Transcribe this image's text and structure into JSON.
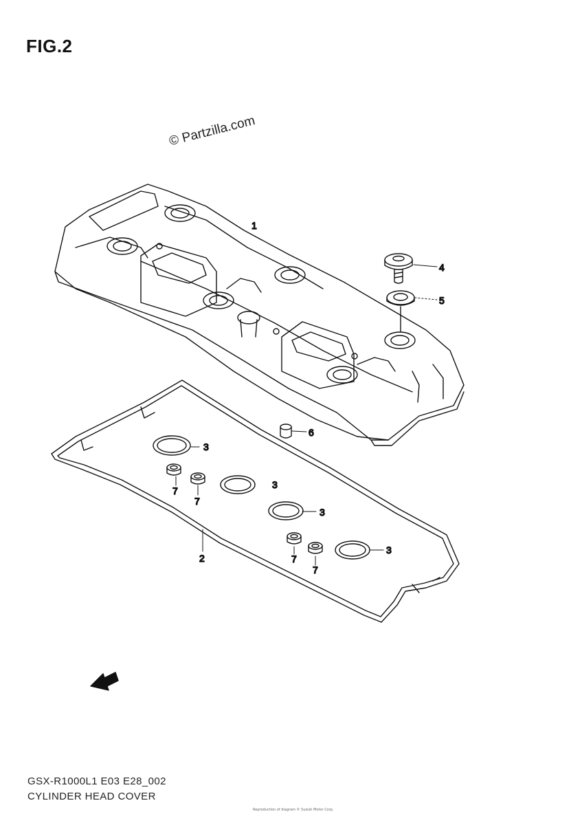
{
  "figure": {
    "title": "FIG.2",
    "watermark": "© Partzilla.com",
    "model_code": "GSX-R1000L1 E03 E28_002",
    "assembly_name": "CYLINDER HEAD COVER",
    "fwd_label": "FWD",
    "credit_line": "Reproduction of diagram © Suzuki Motor Corp."
  },
  "callouts": [
    {
      "id": "c1",
      "label": "1"
    },
    {
      "id": "c2",
      "label": "2"
    },
    {
      "id": "c3a",
      "label": "3"
    },
    {
      "id": "c3b",
      "label": "3"
    },
    {
      "id": "c3c",
      "label": "3"
    },
    {
      "id": "c3d",
      "label": "3"
    },
    {
      "id": "c4",
      "label": "4"
    },
    {
      "id": "c5",
      "label": "5"
    },
    {
      "id": "c6",
      "label": "6"
    },
    {
      "id": "c7a",
      "label": "7"
    },
    {
      "id": "c7b",
      "label": "7"
    },
    {
      "id": "c7c",
      "label": "7"
    },
    {
      "id": "c7d",
      "label": "7"
    }
  ]
}
